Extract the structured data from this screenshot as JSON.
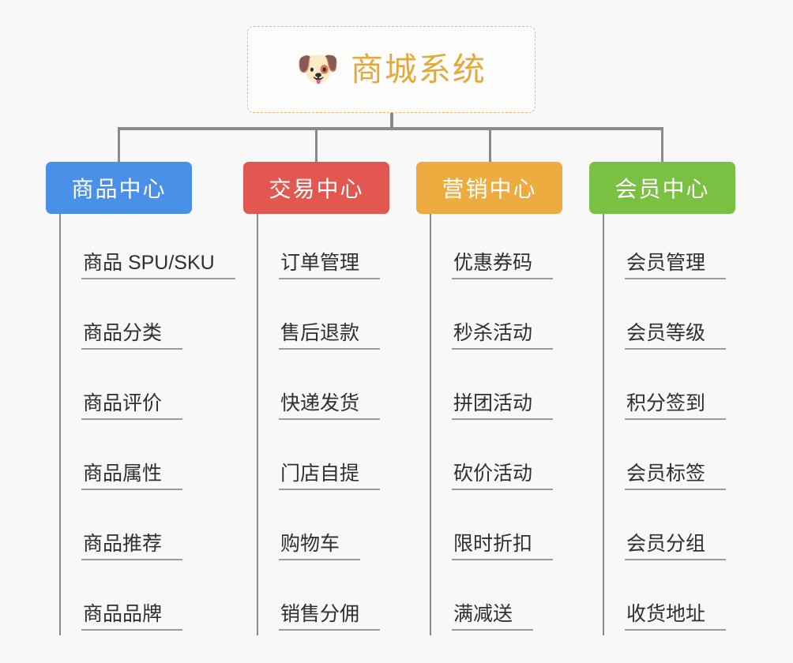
{
  "diagram": {
    "title": "商城系统",
    "background_color": "#f8f8f8",
    "connector_color": "#8a8a8a",
    "root": {
      "icon": "shiba-dog-face-icon",
      "icon_glyph": "🐶",
      "label": "商城系统",
      "text_color": "#e3a93c",
      "border_color": "#e8b964",
      "background_color": "#fdfdfc"
    },
    "columns": [
      {
        "id": "product-center",
        "label": "商品中心",
        "color": "#4a90e8",
        "items": [
          "商品 SPU/SKU",
          "商品分类",
          "商品评价",
          "商品属性",
          "商品推荐",
          "商品品牌"
        ]
      },
      {
        "id": "trade-center",
        "label": "交易中心",
        "color": "#e2574f",
        "items": [
          "订单管理",
          "售后退款",
          "快递发货",
          "门店自提",
          "购物车",
          "销售分佣"
        ]
      },
      {
        "id": "marketing-center",
        "label": "营销中心",
        "color": "#eeac40",
        "items": [
          "优惠券码",
          "秒杀活动",
          "拼团活动",
          "砍价活动",
          "限时折扣",
          "满减送"
        ]
      },
      {
        "id": "member-center",
        "label": "会员中心",
        "color": "#7ac143",
        "items": [
          "会员管理",
          "会员等级",
          "积分签到",
          "会员标签",
          "会员分组",
          "收货地址"
        ]
      }
    ]
  }
}
